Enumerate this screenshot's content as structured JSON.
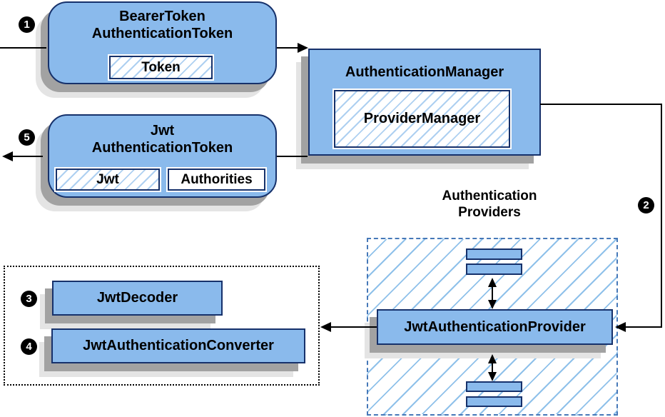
{
  "diagram": {
    "badges": {
      "b1": "1",
      "b2": "2",
      "b3": "3",
      "b4": "4",
      "b5": "5"
    },
    "bearer_token_box": {
      "title_line1": "BearerToken",
      "title_line2": "AuthenticationToken",
      "chip_token": "Token"
    },
    "jwt_token_box": {
      "title_line1": "Jwt",
      "title_line2": "AuthenticationToken",
      "chip_jwt": "Jwt",
      "chip_authorities": "Authorities"
    },
    "auth_manager_box": {
      "title": "AuthenticationManager",
      "inner_box": "ProviderManager"
    },
    "providers_group": {
      "label_line1": "Authentication",
      "label_line2": "Providers",
      "provider_box": "JwtAuthenticationProvider"
    },
    "converters_group": {
      "decoder_box": "JwtDecoder",
      "converter_box": "JwtAuthenticationConverter"
    },
    "colors": {
      "node_fill": "#8abaec",
      "node_border": "#16316b",
      "chip_hatch": "#aed0f1",
      "frame_hatch": "#8fc1ea",
      "dashed_border": "#4678b8",
      "dotted_border": "#000000",
      "shadow_dark": "#a2a2a2",
      "shadow_light": "#e4e4e4",
      "connector": "#000000",
      "badge_bg": "#000000",
      "badge_text": "#ffffff"
    }
  }
}
